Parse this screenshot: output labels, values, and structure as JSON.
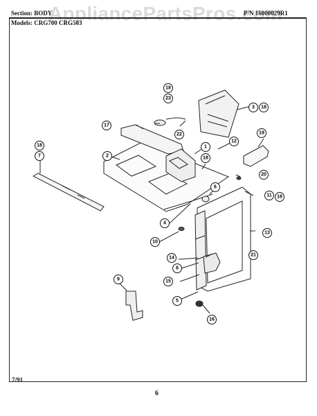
{
  "header": {
    "section_label": "Section: BODY",
    "models_label": "Models: CRG700 CRG503",
    "part_number": "P/N 16000029R1",
    "watermark": "AppliancePartsPros.com"
  },
  "footer": {
    "date_code": "7/91",
    "page_number": "6"
  },
  "callouts": [
    {
      "id": "c1",
      "text": "1"
    },
    {
      "id": "c2",
      "text": "2"
    },
    {
      "id": "c3",
      "text": "3"
    },
    {
      "id": "c3b",
      "text": "18"
    },
    {
      "id": "c4",
      "text": "4"
    },
    {
      "id": "c5",
      "text": "5"
    },
    {
      "id": "c6",
      "text": "6"
    },
    {
      "id": "c7",
      "text": "7"
    },
    {
      "id": "c7b",
      "text": "18"
    },
    {
      "id": "c8",
      "text": "8"
    },
    {
      "id": "c9",
      "text": "9"
    },
    {
      "id": "c10",
      "text": "10"
    },
    {
      "id": "c11",
      "text": "11"
    },
    {
      "id": "c11b",
      "text": "18"
    },
    {
      "id": "c12",
      "text": "12"
    },
    {
      "id": "c13",
      "text": "13"
    },
    {
      "id": "c14",
      "text": "14"
    },
    {
      "id": "c15",
      "text": "15"
    },
    {
      "id": "c16",
      "text": "16"
    },
    {
      "id": "c17",
      "text": "17"
    },
    {
      "id": "c18",
      "text": "18"
    },
    {
      "id": "c18b",
      "text": "18"
    },
    {
      "id": "c19",
      "text": "19"
    },
    {
      "id": "c20",
      "text": "20"
    },
    {
      "id": "c21",
      "text": "21"
    },
    {
      "id": "c22",
      "text": "22"
    },
    {
      "id": "c23",
      "text": "23"
    }
  ]
}
